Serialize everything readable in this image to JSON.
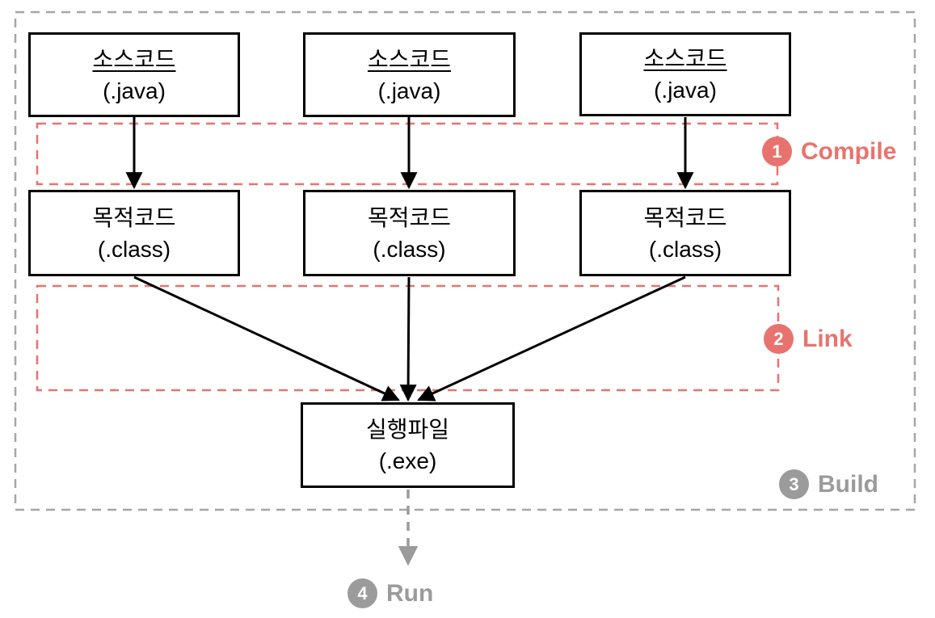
{
  "diagram": {
    "source_boxes": [
      {
        "title": "소스코드",
        "subtitle": "(.java)"
      },
      {
        "title": "소스코드",
        "subtitle": "(.java)"
      },
      {
        "title": "소스코드",
        "subtitle": "(.java)"
      }
    ],
    "object_boxes": [
      {
        "title": "목적코드",
        "subtitle": "(.class)"
      },
      {
        "title": "목적코드",
        "subtitle": "(.class)"
      },
      {
        "title": "목적코드",
        "subtitle": "(.class)"
      }
    ],
    "exe_box": {
      "title": "실행파일",
      "subtitle": "(.exe)"
    },
    "stages": [
      {
        "number": "1",
        "label": "Compile"
      },
      {
        "number": "2",
        "label": "Link"
      },
      {
        "number": "3",
        "label": "Build"
      },
      {
        "number": "4",
        "label": "Run"
      }
    ],
    "colors": {
      "stage_red": "#e8736e",
      "stage_gray": "#9b9b9b",
      "box_border": "#000000",
      "outer_dashed_border": "#a6a6a6",
      "arrow_black": "#000000",
      "arrow_gray": "#9b9b9b"
    }
  }
}
